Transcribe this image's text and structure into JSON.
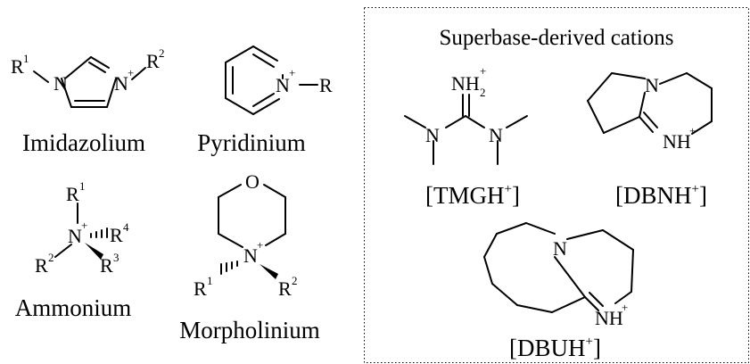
{
  "panel": {
    "title": "Superbase-derived cations"
  },
  "cations": [
    {
      "key": "imidazolium",
      "name": "Imidazolium"
    },
    {
      "key": "pyridinium",
      "name": "Pyridinium"
    },
    {
      "key": "ammonium",
      "name": "Ammonium"
    },
    {
      "key": "morpholinium",
      "name": "Morpholinium"
    },
    {
      "key": "tmgh",
      "name": "[TMGH",
      "charge": "+",
      "close": "]"
    },
    {
      "key": "dbnh",
      "name": "[DBNH",
      "charge": "+",
      "close": "]"
    },
    {
      "key": "dbuh",
      "name": "[DBUH",
      "charge": "+",
      "close": "]"
    }
  ],
  "atoms": {
    "R": "R",
    "N": "N",
    "O": "O",
    "H": "H",
    "NH": "NH",
    "plus": "+",
    "one": "1",
    "two": "2",
    "three": "3",
    "four": "4"
  },
  "colors": {
    "ink": "#000000",
    "background": "#ffffff"
  }
}
